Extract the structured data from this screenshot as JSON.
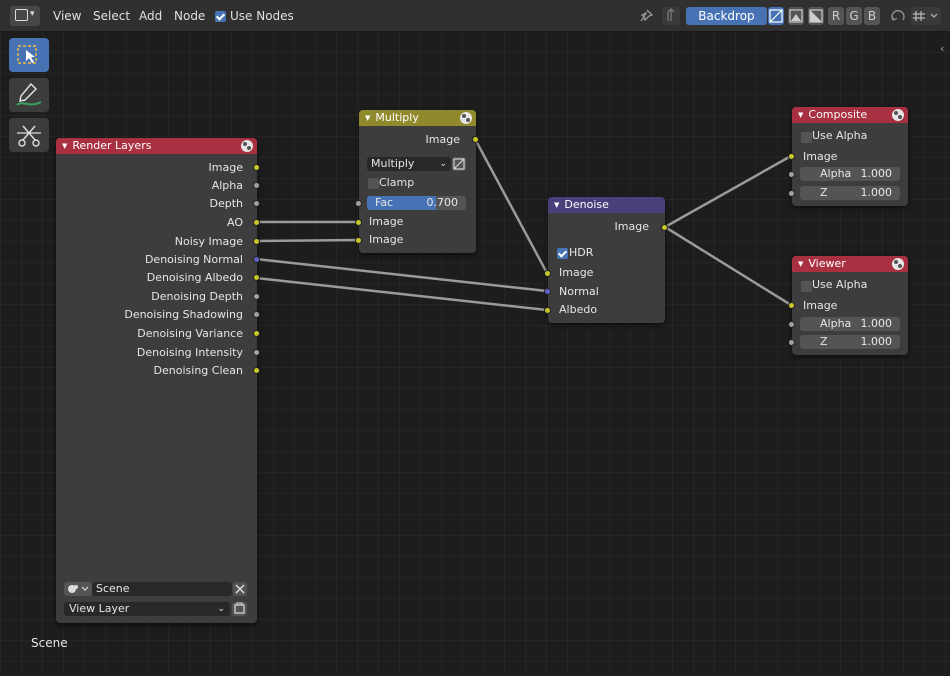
{
  "header": {
    "menu": [
      "View",
      "Select",
      "Add",
      "Node"
    ],
    "use_nodes_label": "Use Nodes",
    "backdrop_label": "Backdrop",
    "channels": [
      "R",
      "G",
      "B"
    ]
  },
  "tools": [
    "select-box-icon",
    "annotate-icon",
    "cut-links-icon"
  ],
  "nodes": {
    "render_layers": {
      "title": "Render Layers",
      "color": "#a83040",
      "outputs": [
        "Image",
        "Alpha",
        "Depth",
        "AO",
        "Noisy Image",
        "Denoising Normal",
        "Denoising Albedo",
        "Denoising Depth",
        "Denoising Shadowing",
        "Denoising Variance",
        "Denoising Intensity",
        "Denoising Clean"
      ],
      "scene_value": "Scene",
      "layer_value": "View Layer"
    },
    "multiply": {
      "title": "Multiply",
      "color": "#908a2c",
      "output": "Image",
      "blend_mode": "Multiply",
      "clamp_label": "Clamp",
      "fac_label": "Fac",
      "fac_value": "0.700",
      "fac_fraction": 0.7,
      "inputs": [
        "Image",
        "Image"
      ]
    },
    "denoise": {
      "title": "Denoise",
      "color": "#4a3f7a",
      "output": "Image",
      "hdr_label": "HDR",
      "inputs": [
        "Image",
        "Normal",
        "Albedo"
      ]
    },
    "composite": {
      "title": "Composite",
      "color": "#a83040",
      "use_alpha_label": "Use Alpha",
      "input": "Image",
      "alpha_label": "Alpha",
      "alpha_value": "1.000",
      "z_label": "Z",
      "z_value": "1.000"
    },
    "viewer": {
      "title": "Viewer",
      "color": "#a83040",
      "use_alpha_label": "Use Alpha",
      "input": "Image",
      "alpha_label": "Alpha",
      "alpha_value": "1.000",
      "z_label": "Z",
      "z_value": "1.000"
    }
  },
  "status": {
    "scene": "Scene"
  }
}
